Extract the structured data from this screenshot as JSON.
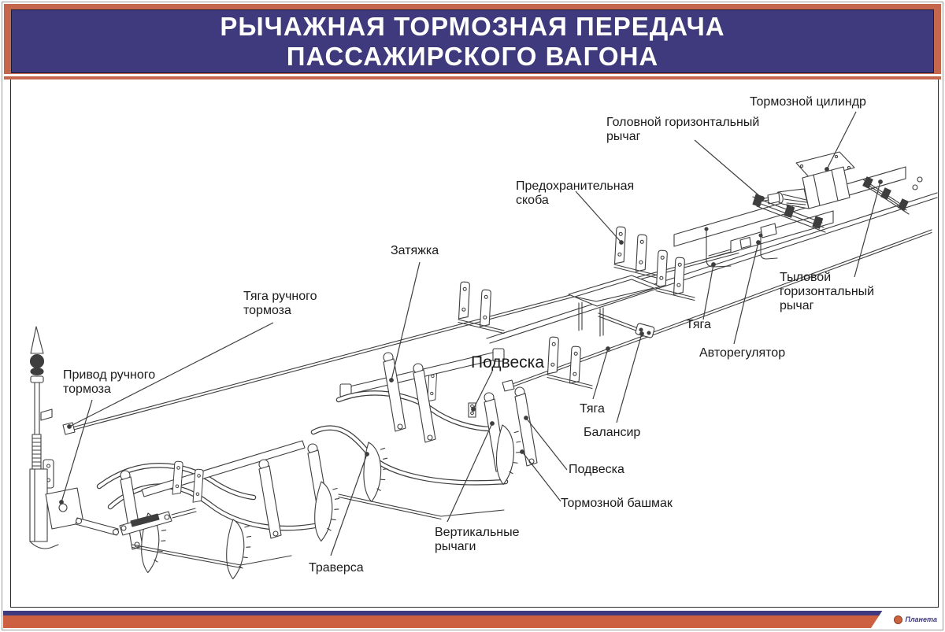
{
  "poster": {
    "title_line1": "РЫЧАЖНАЯ ТОРМОЗНАЯ ПЕРЕДАЧА",
    "title_line2": "ПАССАЖИРСКОГО ВАГОНА"
  },
  "colors": {
    "header_bg": "#3f3a7d",
    "frame_orange": "#c4674d",
    "footer_orange": "#cc6340",
    "footer_purple": "#3f3a7d",
    "drawing_line": "#3e3e3e",
    "label_text": "#1b1b1b"
  },
  "labels": [
    {
      "id": "brake-cylinder",
      "text": "Тормозной цилиндр"
    },
    {
      "id": "head-horizontal-lever",
      "text": "Головной горизонтальный\nрычаг"
    },
    {
      "id": "safety-bracket",
      "text": "Предохранительная\nскоба"
    },
    {
      "id": "tightener",
      "text": "Затяжка"
    },
    {
      "id": "handbrake-rod",
      "text": "Тяга ручного\nтормоза"
    },
    {
      "id": "handbrake-drive",
      "text": "Привод ручного\nтормоза"
    },
    {
      "id": "suspension-big",
      "text": "Подвеска"
    },
    {
      "id": "rod-upper",
      "text": "Тяга"
    },
    {
      "id": "autoregulator",
      "text": "Авторегулятор"
    },
    {
      "id": "rear-horizontal-lever",
      "text": "Тыловой\nгоризонтальный\nрычаг"
    },
    {
      "id": "rod-lower",
      "text": "Тяга"
    },
    {
      "id": "balancer",
      "text": "Балансир"
    },
    {
      "id": "suspension-small",
      "text": "Подвеска"
    },
    {
      "id": "brake-shoe",
      "text": "Тормозной башмак"
    },
    {
      "id": "vertical-levers",
      "text": "Вертикальные\nрычаги"
    },
    {
      "id": "traverse",
      "text": "Траверса"
    }
  ],
  "footer": {
    "logo_text": "Планета"
  }
}
